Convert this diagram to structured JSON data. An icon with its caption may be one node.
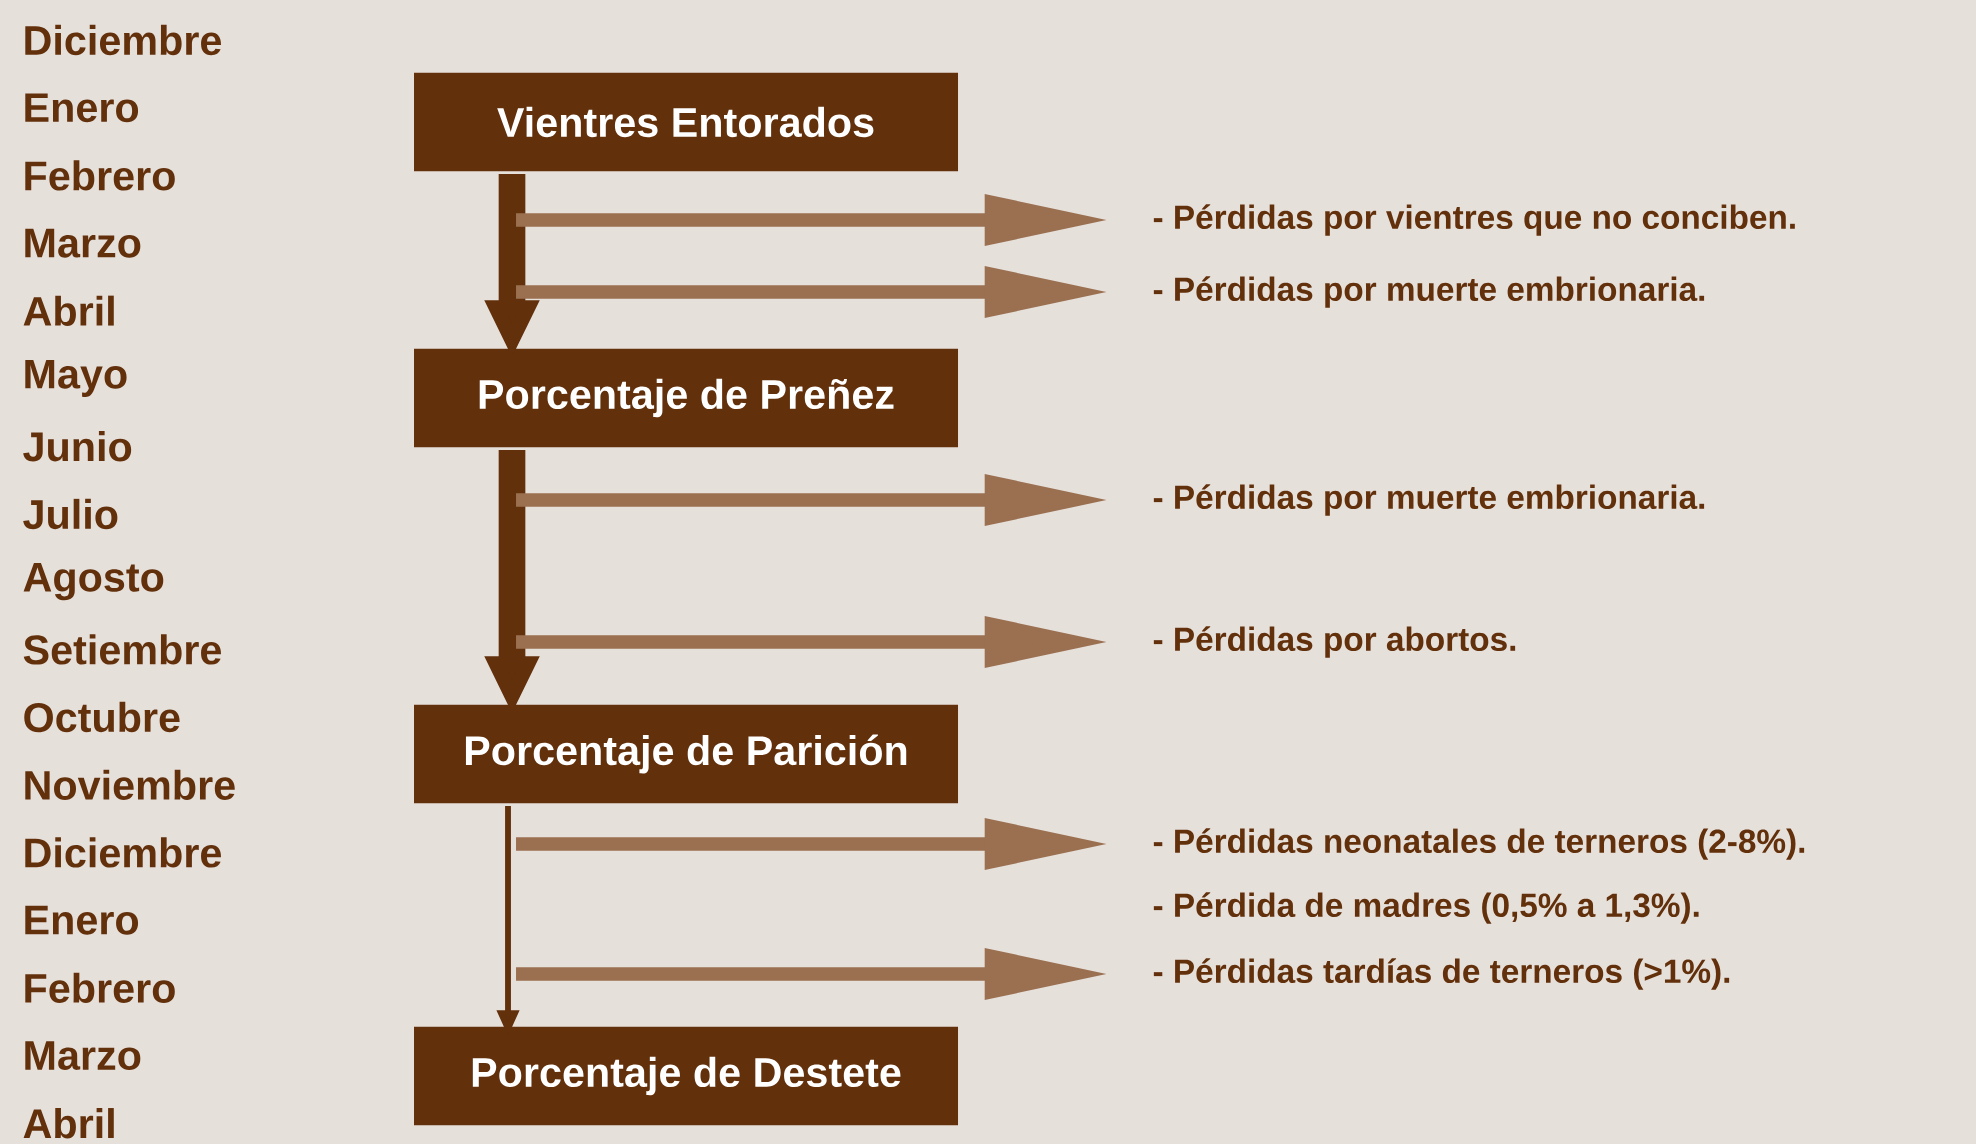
{
  "diagram": {
    "nodes": [
      {
        "text": [
          "Vientres Entorados"
        ]
      },
      {
        "text": [
          "Porcentaje de Preñez"
        ]
      },
      {
        "text": [
          "Porcentaje de Parición"
        ]
      },
      {
        "text": [
          "Porcentaje de Destete"
        ]
      },
      {
        "text": [
          "- Pérdidas por vientres que no conciben."
        ]
      },
      {
        "text": [
          "- Pérdidas por muerte embrionaria."
        ]
      },
      {
        "text": [
          "- Pérdidas por muerte embrionaria."
        ]
      },
      {
        "text": [
          "- Pérdidas por abortos."
        ]
      },
      {
        "text": [
          "- Pérdidas neonatales de terneros (2-8%)."
        ]
      },
      {
        "text": [
          "- Pérdidas tardías de terneros (>1%)."
        ]
      }
    ],
    "edges": [
      {
        "from": 0,
        "to": 1,
        "arrow": "to",
        "style": "thick",
        "color": "#63300c"
      },
      {
        "from": 1,
        "to": 2,
        "arrow": "to",
        "style": "thick",
        "color": "#63300c"
      },
      {
        "from": 2,
        "to": 3,
        "arrow": "to",
        "color": "#63300c"
      },
      {
        "from": null,
        "to": 4,
        "arrow": "to"
      },
      {
        "from": null,
        "to": 5,
        "arrow": "to"
      },
      {
        "from": null,
        "to": 6,
        "arrow": "to"
      },
      {
        "from": null,
        "to": 7,
        "arrow": "to"
      },
      {
        "from": null,
        "to": 8,
        "arrow": "to"
      },
      {
        "from": null,
        "to": 9,
        "arrow": "to"
      }
    ],
    "labels": [
      "Diciembre",
      "Enero",
      "Febrero",
      "Marzo",
      "Abril",
      "Mayo",
      "Junio",
      "Julio",
      "Agosto",
      "Setiembre",
      "Octubre",
      "Noviembre",
      "Diciembre",
      "Enero",
      "Febrero",
      "Marzo",
      "Abril",
      "- Pérdida de madres (0,5% a 1,3%)."
    ]
  }
}
